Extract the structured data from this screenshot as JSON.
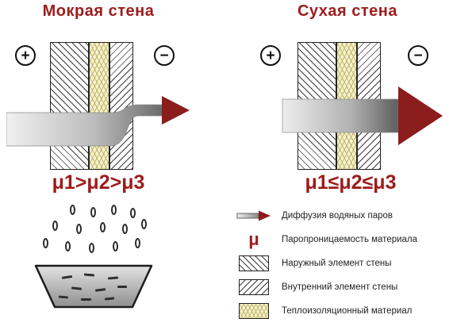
{
  "left": {
    "title": "Мокрая стена",
    "formula": "μ1>μ2>μ3",
    "plus": "+",
    "minus": "−"
  },
  "right": {
    "title": "Сухая стена",
    "formula": "μ1≤μ2≤μ3",
    "plus": "+",
    "minus": "−"
  },
  "legend": {
    "items": [
      {
        "icon": "diffusion-arrow-icon",
        "label": "Диффузия водяных паров"
      },
      {
        "icon": "mu-symbol-icon",
        "symbol": "μ",
        "label": "Паропроницаемость материала"
      },
      {
        "icon": "outer-wall-hatch-icon",
        "label": "Наружный элемент стены"
      },
      {
        "icon": "inner-wall-hatch-icon",
        "label": "Внутренний элемент стены"
      },
      {
        "icon": "insulation-hatch-icon",
        "label": "Теплоизоляционный материал"
      }
    ]
  },
  "colors": {
    "accent_red": "#9e1b1b",
    "arrow_gray_light": "#ececec",
    "arrow_gray_dark": "#6a6a6a",
    "insulation_bg": "#f6f2d4",
    "insulation_line": "#c2b460"
  }
}
